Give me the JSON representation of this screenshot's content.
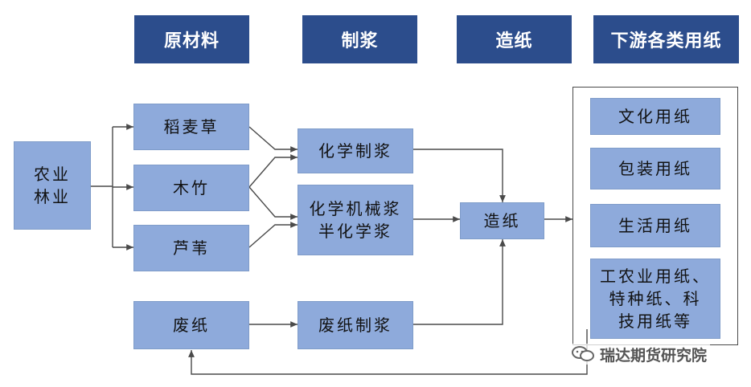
{
  "headers": {
    "raw": "原材料",
    "pulp": "制浆",
    "paper": "造纸",
    "downstream": "下游各类用纸"
  },
  "source": "农业\n林业",
  "materials": {
    "straw": "稻麦草",
    "wood": "木竹",
    "reed": "芦苇",
    "waste": "废纸"
  },
  "pulping": {
    "chemical": "化学制浆",
    "mechanical": "化学机械浆\n半化学浆",
    "waste": "废纸制浆"
  },
  "papermaking": "造纸",
  "products": {
    "culture": "文化用纸",
    "packaging": "包装用纸",
    "household": "生活用纸",
    "industrial": "工农业用纸、\n特种纸、科\n技用纸等"
  },
  "watermark": "瑞达期货研究院",
  "colors": {
    "header": "#2c4d8c",
    "box": "#8eaadb",
    "line": "#4a4a4a"
  }
}
